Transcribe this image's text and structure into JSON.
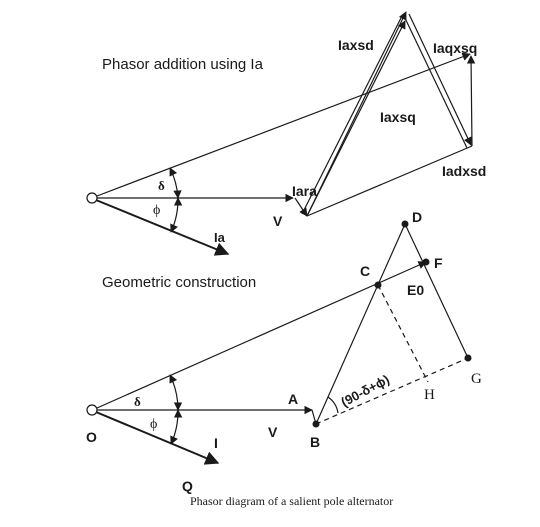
{
  "top": {
    "title": "Phasor addition using Ia",
    "delta": "δ",
    "phi": "ϕ",
    "current": "Ia",
    "voltage": "V",
    "iara": "Iara",
    "iaxsd": "Iaxsd",
    "iaxsq": "Iaxsq",
    "iaqxsq": "Iaqxsq",
    "iadxsd": "Iadxsd"
  },
  "bottom": {
    "title": "Geometric construction",
    "delta": "δ",
    "phi": "ϕ",
    "origin": "O",
    "current": "I",
    "voltage": "V",
    "pt_a": "A",
    "pt_b": "B",
    "pt_c": "C",
    "pt_d": "D",
    "pt_f": "F",
    "pt_g": "G",
    "pt_h": "H",
    "pt_q": "Q",
    "e0": "E0",
    "angle": "(90-δ+ϕ)"
  },
  "caption": "Phasor diagram of a salient pole alternator"
}
